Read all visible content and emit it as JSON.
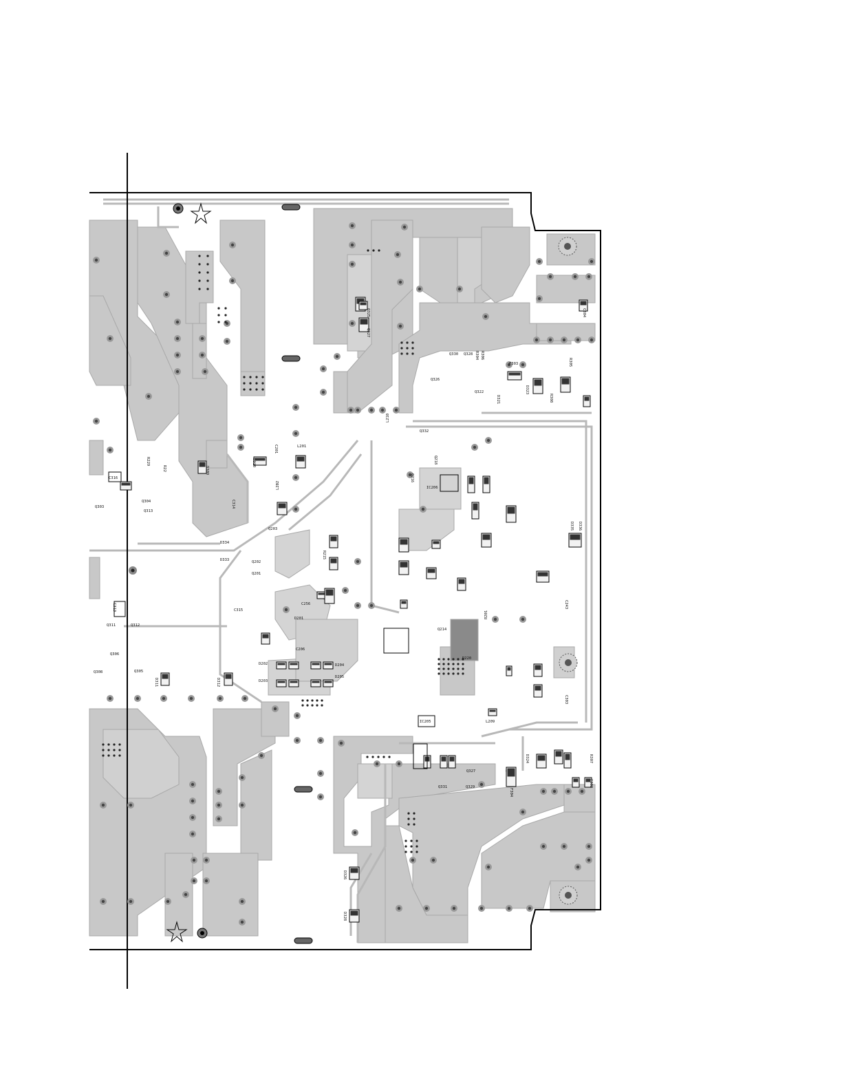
{
  "diagram": {
    "type": "pcb-layout-silkscreen",
    "colors": {
      "background": "#ffffff",
      "copper": "#c8c8c8",
      "copper_edge": "#a8a8a8",
      "outline": "#000000",
      "via": "#6e6e6e",
      "smd_pad": "#4a4a4a"
    },
    "labels": [
      {
        "id": "Q325",
        "text": "Q325"
      },
      {
        "id": "Q327",
        "text": "Q327"
      },
      {
        "id": "Q330",
        "text": "Q330"
      },
      {
        "id": "Q328",
        "text": "Q328"
      },
      {
        "id": "R304",
        "text": "R304"
      },
      {
        "id": "R306",
        "text": "R306"
      },
      {
        "id": "F303",
        "text": "F303"
      },
      {
        "id": "R305",
        "text": "R305"
      },
      {
        "id": "C304",
        "text": "C304"
      },
      {
        "id": "R308",
        "text": "R308"
      },
      {
        "id": "Q326",
        "text": "Q326"
      },
      {
        "id": "Q322",
        "text": "Q322"
      },
      {
        "id": "D323",
        "text": "D323"
      },
      {
        "id": "D321",
        "text": "D321"
      },
      {
        "id": "L210",
        "text": "L210"
      },
      {
        "id": "Q332",
        "text": "Q332"
      },
      {
        "id": "C201",
        "text": "C201"
      },
      {
        "id": "L201",
        "text": "L201"
      },
      {
        "id": "D310",
        "text": "D310"
      },
      {
        "id": "L202",
        "text": "L202"
      },
      {
        "id": "D309",
        "text": "D309"
      },
      {
        "id": "C316",
        "text": "C316"
      },
      {
        "id": "R229",
        "text": "R229"
      },
      {
        "id": "R22",
        "text": "R22"
      },
      {
        "id": "Q304",
        "text": "Q304"
      },
      {
        "id": "Q313",
        "text": "Q313"
      },
      {
        "id": "Q303",
        "text": "Q303"
      },
      {
        "id": "C314",
        "text": "C314"
      },
      {
        "id": "D334",
        "text": "D334"
      },
      {
        "id": "D333",
        "text": "D333"
      },
      {
        "id": "C313",
        "text": "C313"
      },
      {
        "id": "Q311",
        "text": "Q311"
      },
      {
        "id": "Q312",
        "text": "Q312"
      },
      {
        "id": "Q305",
        "text": "Q305"
      },
      {
        "id": "D311",
        "text": "D311"
      },
      {
        "id": "D312",
        "text": "D312"
      },
      {
        "id": "C315",
        "text": "C315"
      },
      {
        "id": "R215",
        "text": "R215"
      },
      {
        "id": "Q203",
        "text": "Q203"
      },
      {
        "id": "Q202",
        "text": "Q202"
      },
      {
        "id": "Q201",
        "text": "Q201"
      },
      {
        "id": "D201",
        "text": "D201"
      },
      {
        "id": "C206",
        "text": "C206"
      },
      {
        "id": "C256",
        "text": "C256"
      },
      {
        "id": "D202",
        "text": "D202"
      },
      {
        "id": "D203",
        "text": "D203"
      },
      {
        "id": "D204",
        "text": "D204"
      },
      {
        "id": "D205",
        "text": "D205"
      },
      {
        "id": "IC206",
        "text": "IC206"
      },
      {
        "id": "Q214",
        "text": "Q214"
      },
      {
        "id": "D220",
        "text": "D220"
      },
      {
        "id": "IC205",
        "text": "IC205"
      },
      {
        "id": "L209",
        "text": "L209"
      },
      {
        "id": "Q216",
        "text": "Q216"
      },
      {
        "id": "Q218",
        "text": "Q218"
      },
      {
        "id": "D335",
        "text": "D335"
      },
      {
        "id": "D336",
        "text": "D336"
      },
      {
        "id": "C243",
        "text": "C243"
      },
      {
        "id": "R201",
        "text": "R201"
      },
      {
        "id": "C303",
        "text": "C303"
      },
      {
        "id": "Q306",
        "text": "Q306"
      },
      {
        "id": "Q308",
        "text": "Q308"
      },
      {
        "id": "D324",
        "text": "D324"
      },
      {
        "id": "F304",
        "text": "F304"
      },
      {
        "id": "Q331",
        "text": "Q331"
      },
      {
        "id": "Q329",
        "text": "Q329"
      },
      {
        "id": "Q327b",
        "text": "Q327"
      },
      {
        "id": "D326",
        "text": "D326"
      },
      {
        "id": "D328",
        "text": "D328"
      },
      {
        "id": "F302",
        "text": "F302"
      },
      {
        "id": "R307",
        "text": "R307"
      }
    ]
  }
}
